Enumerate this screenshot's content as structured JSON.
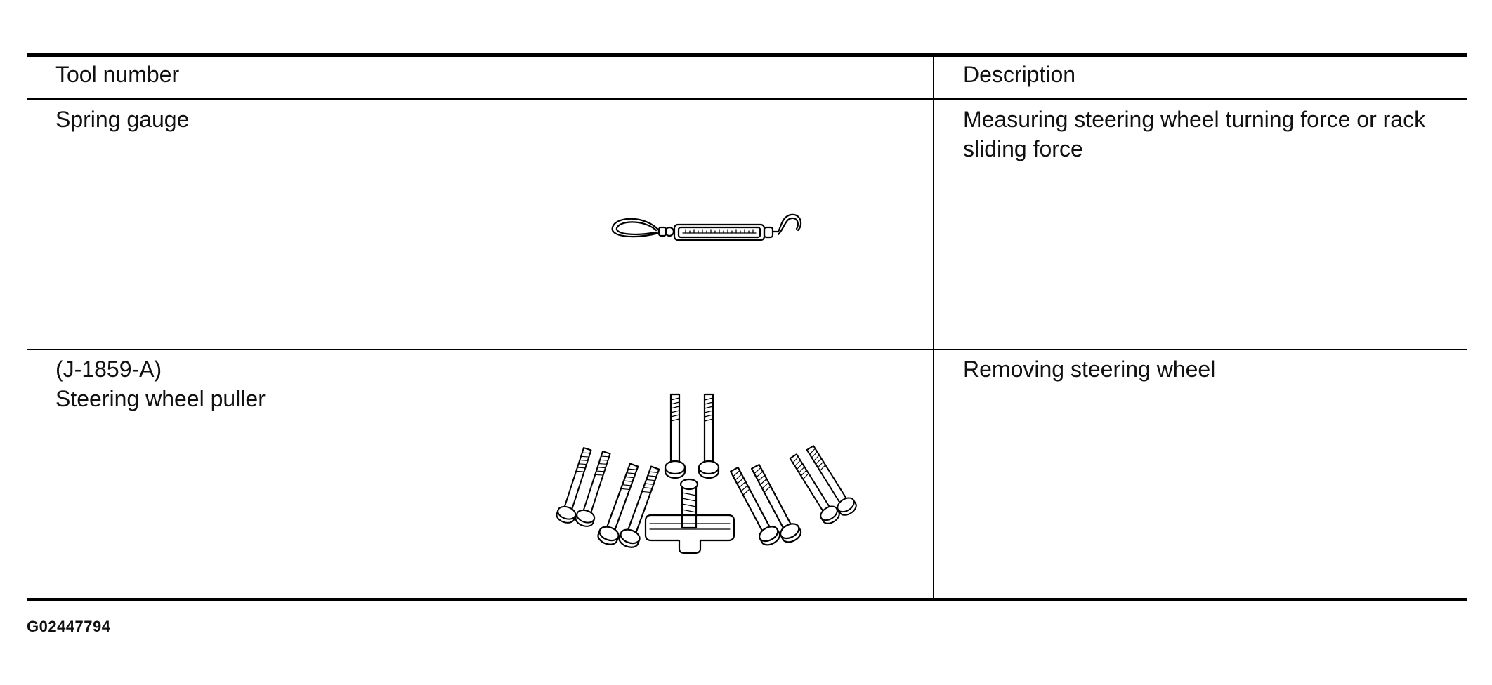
{
  "table": {
    "headers": {
      "tool_number": "Tool number",
      "description": "Description"
    },
    "rows": [
      {
        "tool_lines": [
          "Spring gauge"
        ],
        "description": "Measuring steering wheel turning force or rack sliding force",
        "illustration": "spring-gauge-icon"
      },
      {
        "tool_lines": [
          "(J-1859-A)",
          "Steering wheel puller"
        ],
        "description": "Removing steering wheel",
        "illustration": "steering-wheel-puller-icon"
      }
    ]
  },
  "figure_code": "G02447794"
}
